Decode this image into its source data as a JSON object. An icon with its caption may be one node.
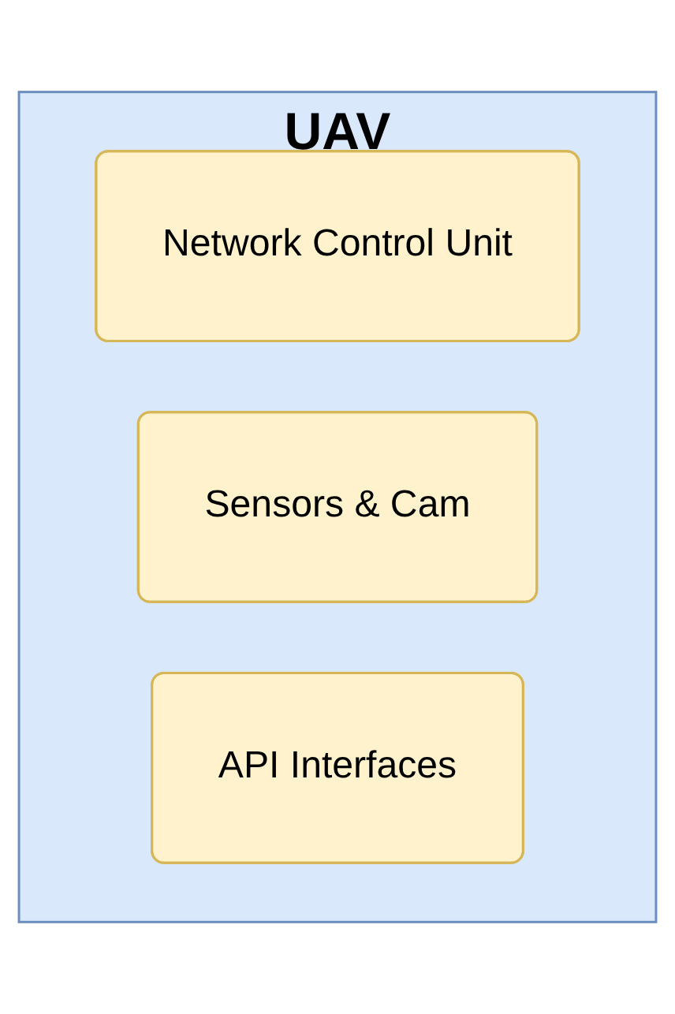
{
  "diagram": {
    "nodes": [
      {
        "text": [
          "UAV"
        ]
      },
      {
        "text": [
          "Network Control Unit"
        ],
        "in": 0
      },
      {
        "text": [
          "Sensors & Cam"
        ],
        "in": 0
      },
      {
        "text": [
          "API Interfaces"
        ],
        "in": 0
      }
    ]
  }
}
